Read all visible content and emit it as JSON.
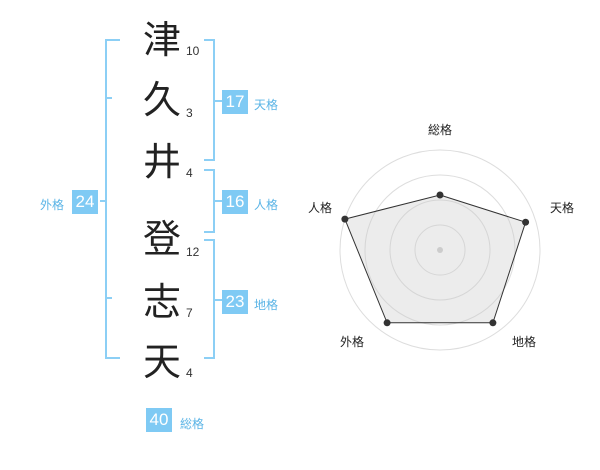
{
  "name_chars": [
    {
      "char": "津",
      "strokes": "10"
    },
    {
      "char": "久",
      "strokes": "3"
    },
    {
      "char": "井",
      "strokes": "4"
    },
    {
      "char": "登",
      "strokes": "12"
    },
    {
      "char": "志",
      "strokes": "7"
    },
    {
      "char": "天",
      "strokes": "4"
    }
  ],
  "fortunes": {
    "tenkaku": {
      "value": "17",
      "label": "天格"
    },
    "jinkaku": {
      "value": "16",
      "label": "人格"
    },
    "chikaku": {
      "value": "23",
      "label": "地格"
    },
    "gaikaku": {
      "value": "24",
      "label": "外格"
    },
    "soukaku": {
      "value": "40",
      "label": "総格"
    }
  },
  "colors": {
    "accent": "#7fcaf4",
    "bracket": "#8ccff5",
    "label": "#5ab4e6"
  },
  "chart_data": {
    "type": "radar",
    "axes": [
      "総格",
      "天格",
      "地格",
      "外格",
      "人格"
    ],
    "values": [
      0.55,
      0.9,
      0.9,
      0.9,
      1.0
    ],
    "rings": 4,
    "grid": true
  }
}
